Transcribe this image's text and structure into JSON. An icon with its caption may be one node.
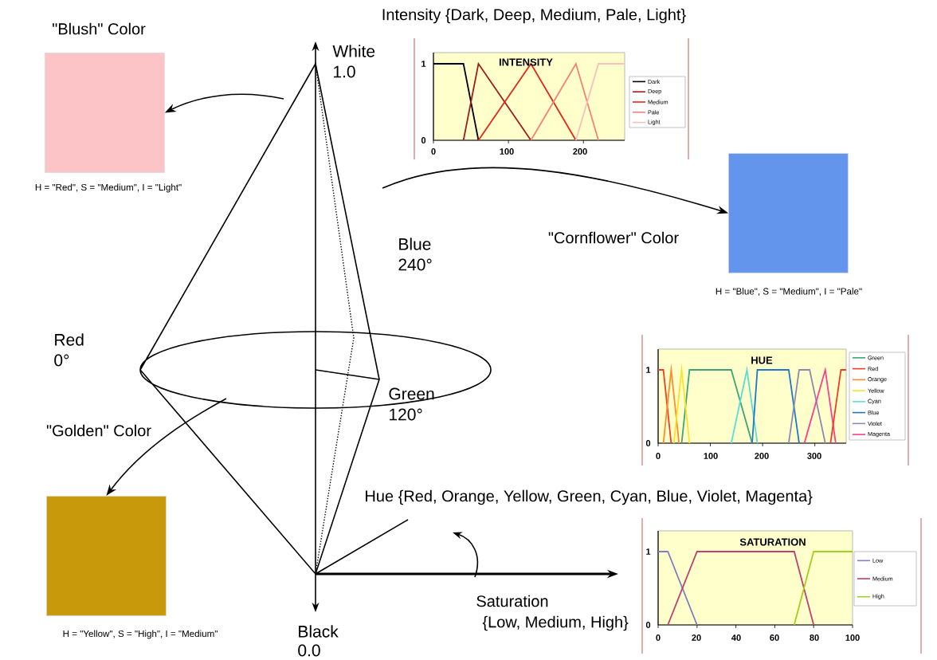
{
  "diagram": {
    "nodes": [
      {
        "text": [
          "\"Blush\" Color"
        ],
        "beside": [
          "H = \"Red\", S = \"Medium\", I = \"Light\""
        ]
      },
      {
        "text": [
          "\"Cornflower\" Color"
        ],
        "beside": [
          "H = \"Blue\", S = \"Medium\", I = \"Pale\""
        ]
      },
      {
        "text": [
          "\"Golden\" Color"
        ],
        "beside": [
          "H = \"Yellow\", S = \"High\", I = \"Medium\""
        ]
      }
    ],
    "edges": [
      {
        "from": null,
        "to": 0,
        "arrow": "to"
      },
      {
        "from": null,
        "to": 1,
        "arrow": "to"
      },
      {
        "from": null,
        "to": 2,
        "arrow": "to"
      }
    ],
    "labels": [
      "Intensity {Dark, Deep, Medium, Pale, Light}",
      "White",
      "1.0",
      "1",
      "INTENSITY",
      "0",
      "0",
      "100",
      "200",
      "Blue",
      "240°",
      "Red",
      "0°",
      "HUE",
      "1",
      "0",
      "0",
      "100",
      "200",
      "300",
      "Green",
      "120°",
      "Hue {Red, Orange, Yellow, Green, Cyan, Blue, Violet, Magenta}",
      "SATURATION",
      "1",
      "0",
      "0",
      "20",
      "40",
      "60",
      "80",
      "100",
      "Saturation",
      "{Low, Medium, High}",
      "Black",
      "0.0"
    ],
    "legend": [
      {
        "text": "Dark"
      },
      {
        "text": "Deep"
      },
      {
        "text": "Medium"
      },
      {
        "text": "Pale"
      },
      {
        "text": "Light"
      },
      {
        "text": "Green"
      },
      {
        "text": "Red"
      },
      {
        "text": "Orange"
      },
      {
        "text": "Yellow"
      },
      {
        "text": "Cyan"
      },
      {
        "text": "Blue"
      },
      {
        "text": "Violet"
      },
      {
        "text": "Magenta"
      },
      {
        "text": "Low"
      },
      {
        "text": "Medium"
      },
      {
        "text": "High"
      }
    ]
  }
}
